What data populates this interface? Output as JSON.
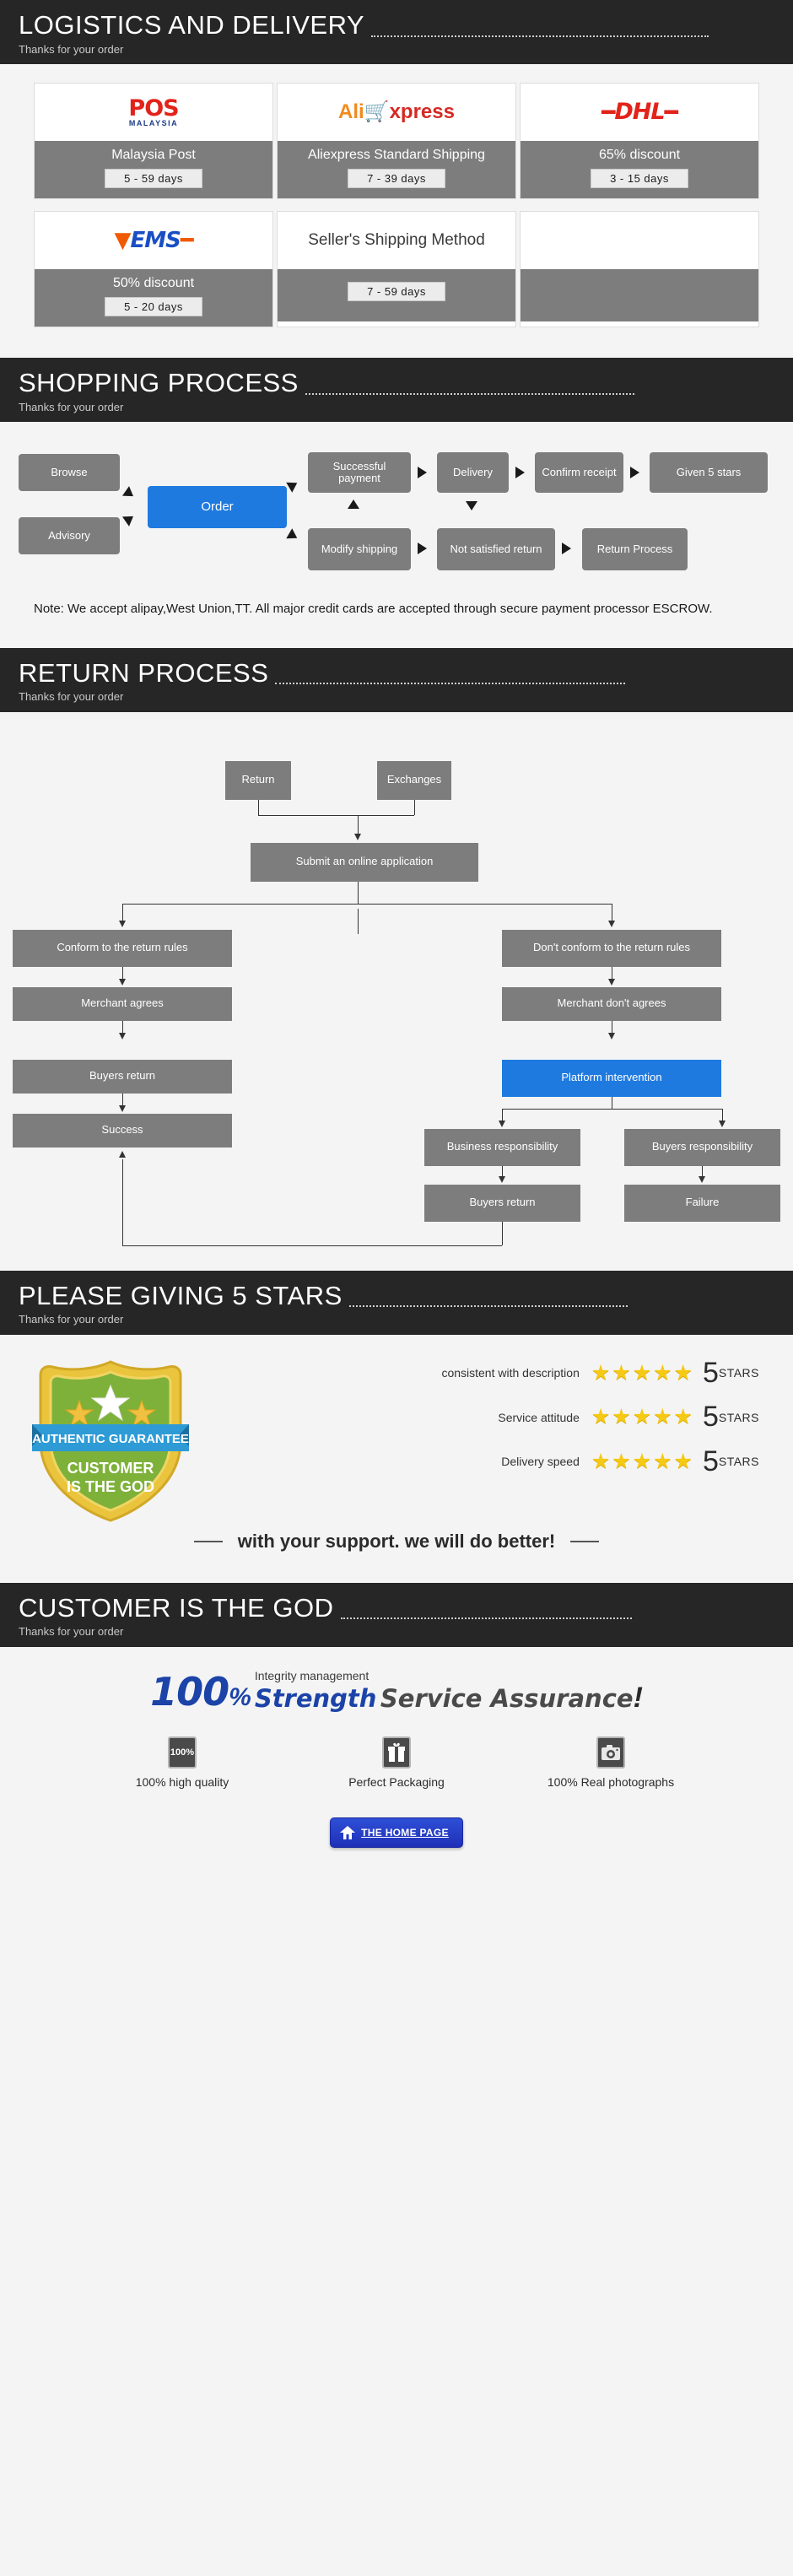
{
  "sections": {
    "logistics": {
      "title": "LOGISTICS AND DELIVERY",
      "subtitle": "Thanks for your order"
    },
    "shopping": {
      "title": "SHOPPING PROCESS",
      "subtitle": "Thanks for your order"
    },
    "returns": {
      "title": "RETURN PROCESS",
      "subtitle": "Thanks for your order"
    },
    "stars": {
      "title": "PLEASE GIVING 5 STARS",
      "subtitle": "Thanks for your order"
    },
    "customer": {
      "title": "CUSTOMER IS THE GOD",
      "subtitle": "Thanks for your order"
    }
  },
  "shipping": {
    "row1": [
      {
        "logo": "pos-malaysia-logo",
        "logo_main": "POS",
        "logo_sub": "MALAYSIA",
        "name": "Malaysia Post",
        "days": "5 - 59  days"
      },
      {
        "logo": "aliexpress-logo",
        "logo_main": "Ali",
        "logo_sub": "xpress",
        "name": "Aliexpress Standard Shipping",
        "days": "7 - 39  days"
      },
      {
        "logo": "dhl-logo",
        "logo_main": "DHL",
        "logo_sub": "",
        "name": "65% discount",
        "days": "3 - 15  days"
      }
    ],
    "row2": [
      {
        "logo": "ems-logo",
        "logo_main": "EMS",
        "logo_sub": "",
        "name": "50% discount",
        "days": "5 - 20 days"
      },
      {
        "logo": "seller-method-text",
        "logo_main": "Seller's Shipping Method",
        "logo_sub": "",
        "name": "",
        "days": "7 - 59 days"
      },
      {
        "logo": "",
        "logo_main": "",
        "logo_sub": "",
        "name": "",
        "days": ""
      }
    ]
  },
  "shopping_flow": {
    "nodes": {
      "browse": "Browse",
      "advisory": "Advisory",
      "order": "Order",
      "successful_payment": "Successful payment",
      "delivery": "Delivery",
      "confirm_receipt": "Confirm receipt",
      "given_5_stars": "Given 5 stars",
      "modify_shipping": "Modify shipping",
      "not_satisfied_return": "Not satisfied return",
      "return_process": "Return Process"
    },
    "note": "Note: We accept alipay,West Union,TT. All major credit cards are accepted through secure payment processor ESCROW."
  },
  "return_flow": {
    "nodes": {
      "return": "Return",
      "exchanges": "Exchanges",
      "submit": "Submit an online application",
      "conform": "Conform to the return rules",
      "dont_conform": "Don't conform to the return rules",
      "merchant_agrees": "Merchant agrees",
      "merchant_dont_agrees": "Merchant don't agrees",
      "buyers_return_left": "Buyers return",
      "platform_intervention": "Platform intervention",
      "success": "Success",
      "business_responsibility": "Business responsibility",
      "buyers_responsibility": "Buyers responsibility",
      "buyers_return_right": "Buyers return",
      "failure": "Failure"
    }
  },
  "badge": {
    "ribbon": "AUTHENTIC GUARANTEE",
    "line1": "CUSTOMER",
    "line2": "IS THE GOD"
  },
  "ratings": [
    {
      "label": "consistent with description",
      "stars": "★★★★★",
      "num": "5",
      "unit": "STARS"
    },
    {
      "label": "Service attitude",
      "stars": "★★★★★",
      "num": "5",
      "unit": "STARS"
    },
    {
      "label": "Delivery speed",
      "stars": "★★★★★",
      "num": "5",
      "unit": "STARS"
    }
  ],
  "support_text": "with your support. we will do better!",
  "assurance": {
    "hundred": "100",
    "percent": "%",
    "small": "Integrity management",
    "strength": "Strength",
    "service": "Service Assurance",
    "bang": "!"
  },
  "features": [
    {
      "icon": "percent-100-icon",
      "icon_text": "100%",
      "label": "100% high quality"
    },
    {
      "icon": "gift-box-icon",
      "icon_text": "",
      "label": "Perfect Packaging"
    },
    {
      "icon": "camera-icon",
      "icon_text": "",
      "label": "100% Real photographs"
    }
  ],
  "home_button": {
    "label": "THE HOME PAGE",
    "icon": "house-icon"
  },
  "colors": {
    "accent_blue": "#1f7ae0",
    "node_gray": "#7d7d7d",
    "bar_dark": "#262626"
  }
}
